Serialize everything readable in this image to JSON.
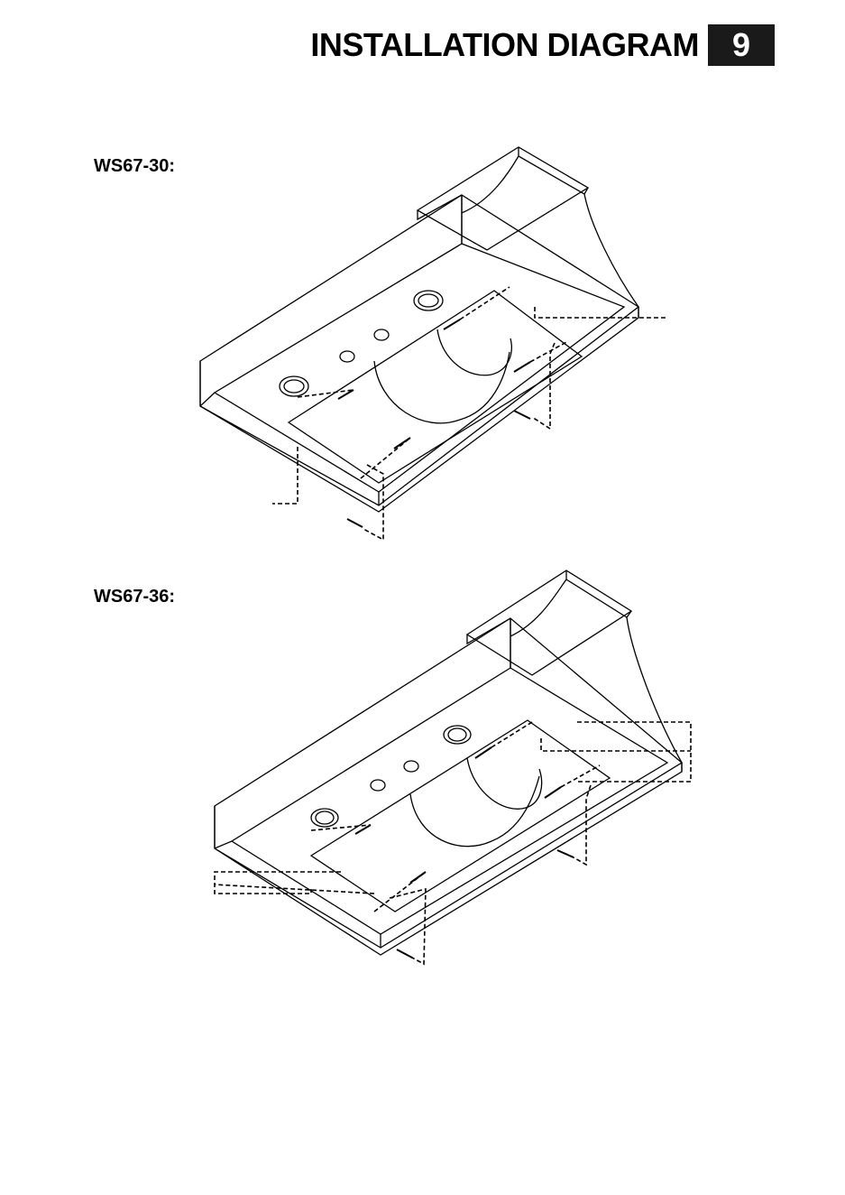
{
  "header": {
    "title": "INSTALLATION DIAGRAM",
    "page_number": "9"
  },
  "diagrams": [
    {
      "model": "WS67-30:"
    },
    {
      "model": "WS67-36:"
    }
  ]
}
